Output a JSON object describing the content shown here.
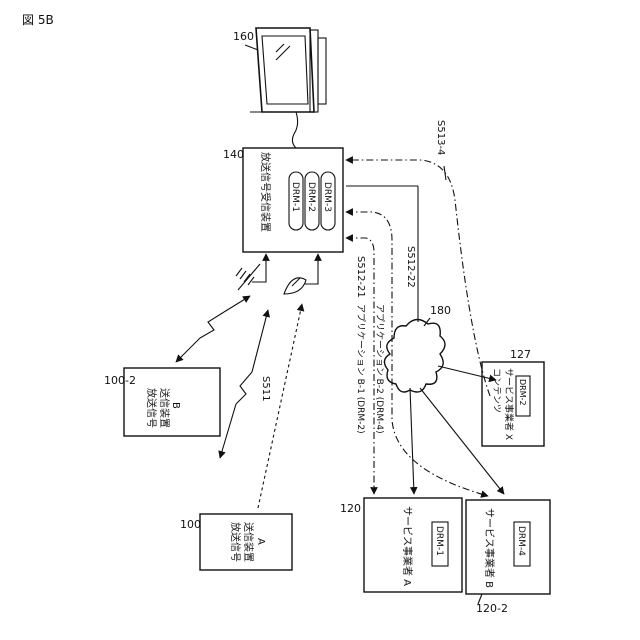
{
  "figure_label": "図 5B",
  "tv": {
    "ref": "160"
  },
  "receiver": {
    "ref": "140",
    "title": "放送信号受信装置",
    "drm_slots": [
      "DRM-1",
      "DRM-2",
      "DRM-3"
    ]
  },
  "tx_a": {
    "ref": "100",
    "line1": "放送信号",
    "line2": "送信装置",
    "line3": "A"
  },
  "tx_b": {
    "ref": "100-2",
    "line1": "放送信号",
    "line2": "送信装置",
    "line3": "B"
  },
  "provider_a": {
    "ref": "120",
    "title": "サービス事業者 A",
    "drm": "DRM-1"
  },
  "provider_b": {
    "ref": "120-2",
    "title": "サービス事業者 B",
    "drm": "DRM-4"
  },
  "provider_x": {
    "ref": "127",
    "line1": "コンテンツ",
    "line2": "サービス事業者 X",
    "drm": "DRM-2"
  },
  "network": {
    "ref": "180"
  },
  "signals": {
    "s511": "S511",
    "s512_21": "S512-21",
    "s512_22": "S512-22",
    "s513_4": "S513-4",
    "app_b1": "アプリケーション B-1 (DRM-2)",
    "app_b2": "アプリケーション B-2 (DRM-4)"
  }
}
